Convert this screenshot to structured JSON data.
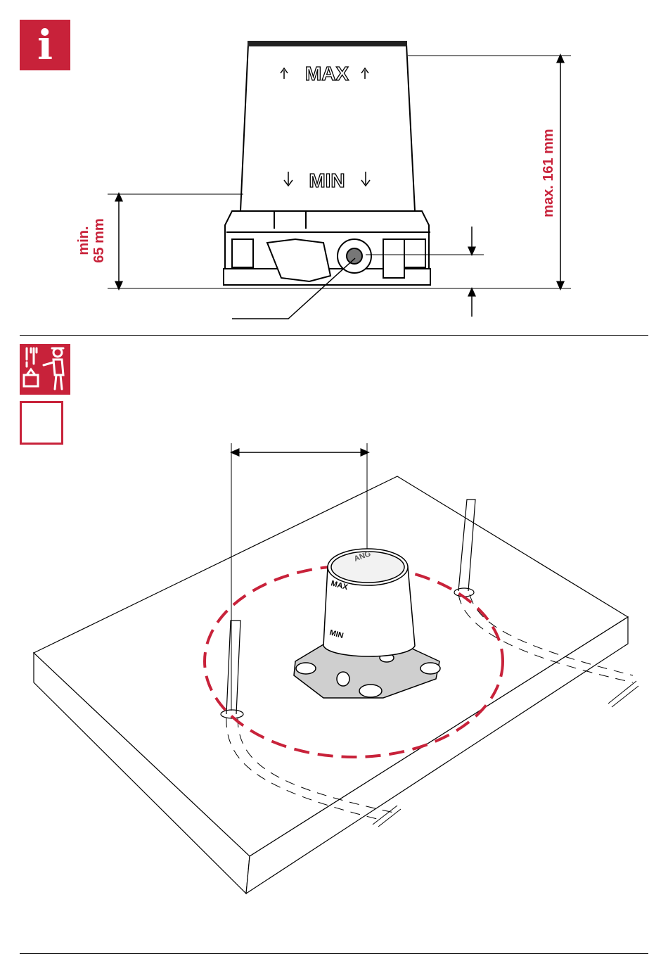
{
  "info_icon": {
    "icon": "info-icon",
    "glyph": "i",
    "color": "#c8223a"
  },
  "top_figure": {
    "max_label": "MAX",
    "min_label": "MIN",
    "dimension_max": "max. 161 mm",
    "dimension_min_line1": "min.",
    "dimension_min_line2": "65 mm"
  },
  "bottom_section": {
    "tool_icon": "installer-tools-icon",
    "checkbox_icon": "empty-checkbox-icon"
  },
  "iso_figure": {
    "max_label": "MAX",
    "min_label": "MIN",
    "brand_mark": "ANG",
    "accent_color": "#c8223a"
  }
}
